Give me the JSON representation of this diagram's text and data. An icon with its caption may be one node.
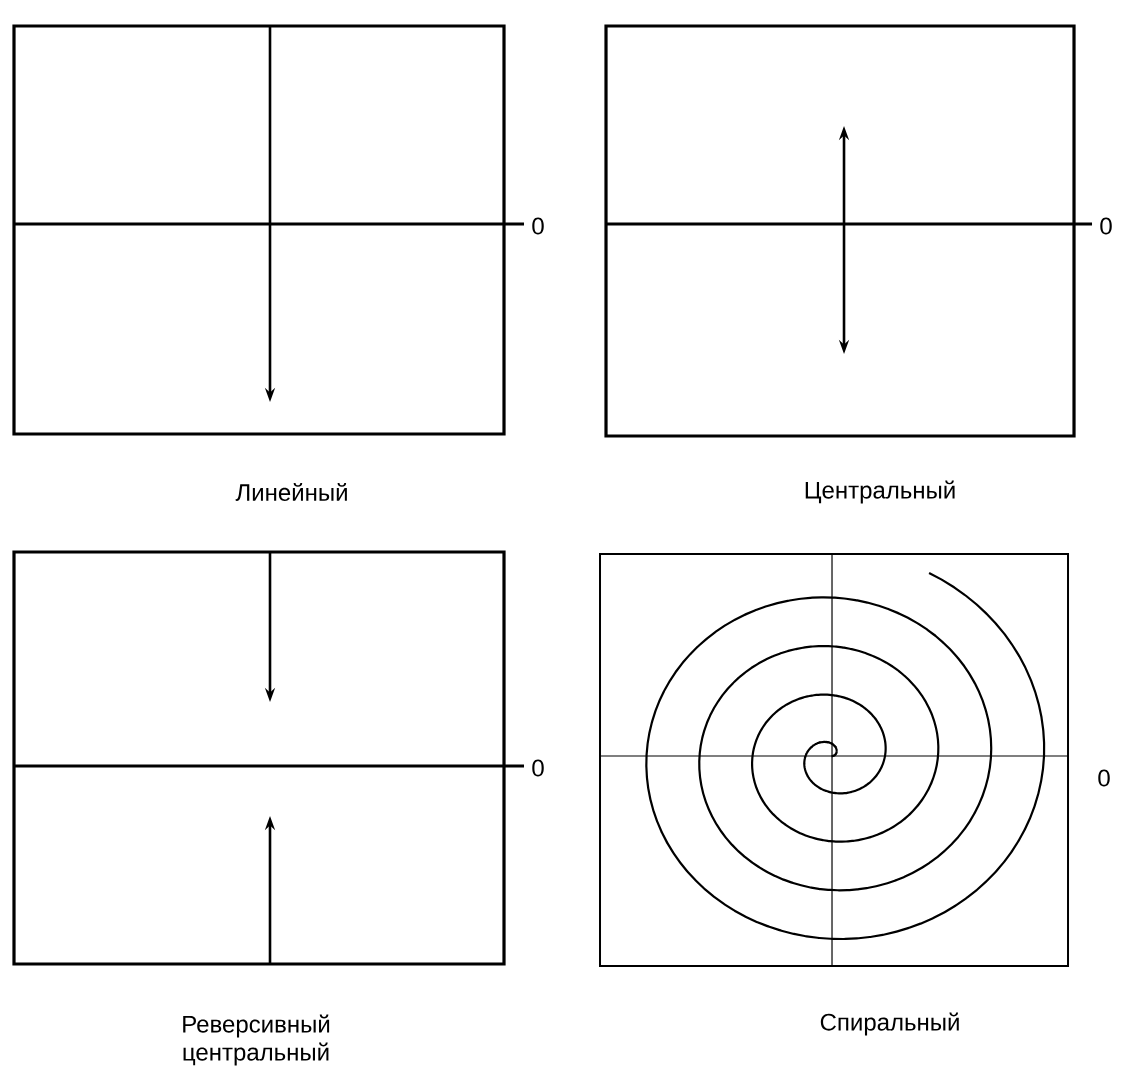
{
  "diagram": {
    "nodes": [
      {
        "text": [],
        "shape": "box",
        "beside": [
          "Линейный"
        ]
      },
      {
        "text": [],
        "shape": "box",
        "beside": [
          "Центральный"
        ]
      },
      {
        "text": [],
        "shape": "box",
        "beside": [
          "Реверсивный центральный"
        ]
      },
      {
        "text": [],
        "shape": "box",
        "beside": [
          "Спиральный"
        ]
      }
    ],
    "labels": [
      "0",
      "0",
      "0",
      "0"
    ]
  }
}
